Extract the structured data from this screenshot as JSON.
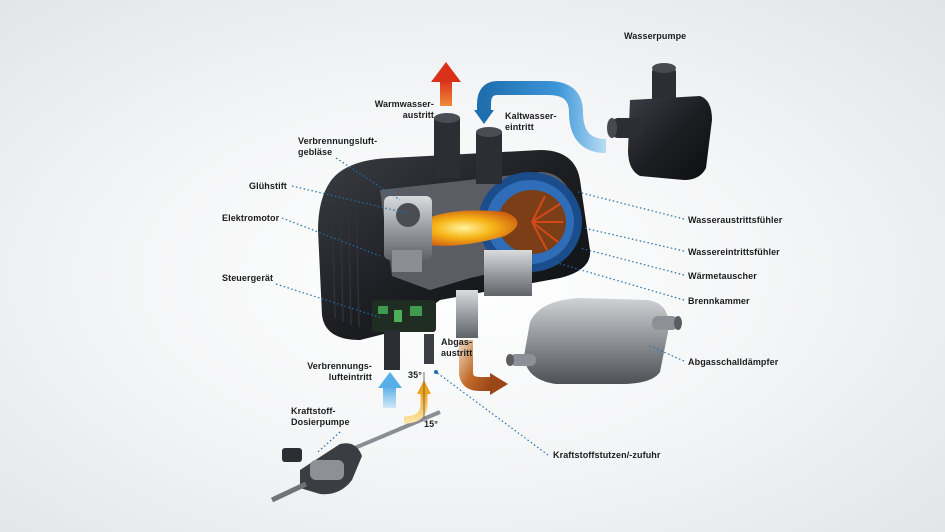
{
  "labels": {
    "warmwasser": "Warmwasser-\naustritt",
    "kaltwasser": "Kaltwasser-\neintritt",
    "wasserpumpe": "Wasserpumpe",
    "geblaese": "Verbrennungsluft-\ngebläse",
    "gluehstift": "Glühstift",
    "elektromotor": "Elektromotor",
    "steuergeraet": "Steuergerät",
    "austrittsfuehler": "Wasseraustrittsfühler",
    "eintrittsfuehler": "Wassereintrittsfühler",
    "waermetauscher": "Wärmetauscher",
    "brennkammer": "Brennkammer",
    "abgas": "Abgas-\naustritt",
    "schalldaempfer": "Abgasschalldämpfer",
    "lufteintritt": "Verbrennungs-\nlufteintritt",
    "angle35": "35°",
    "angle15": "15°",
    "dosierpumpe": "Kraftstoff-\nDosierpumpe",
    "kraftstoffstutzen": "Kraftstoffstutzen/-zufuhr"
  },
  "colors": {
    "leader": "#1f6fae",
    "hot_water_arrow": "#e0431f",
    "cold_water_arrow": "#2f8fd6",
    "exhaust_arrow": "#b8561c",
    "air_intake_arrow": "#66b6e8",
    "fuel_arrow": "#f0a21c",
    "flame": "#f7b516",
    "housing": "#1e2024"
  },
  "icons": {
    "heater": "water-heater-cutaway-illustration",
    "pump": "water-pump-illustration",
    "muffler": "exhaust-muffler-illustration",
    "dosing_pump": "fuel-dosing-pump-illustration"
  }
}
